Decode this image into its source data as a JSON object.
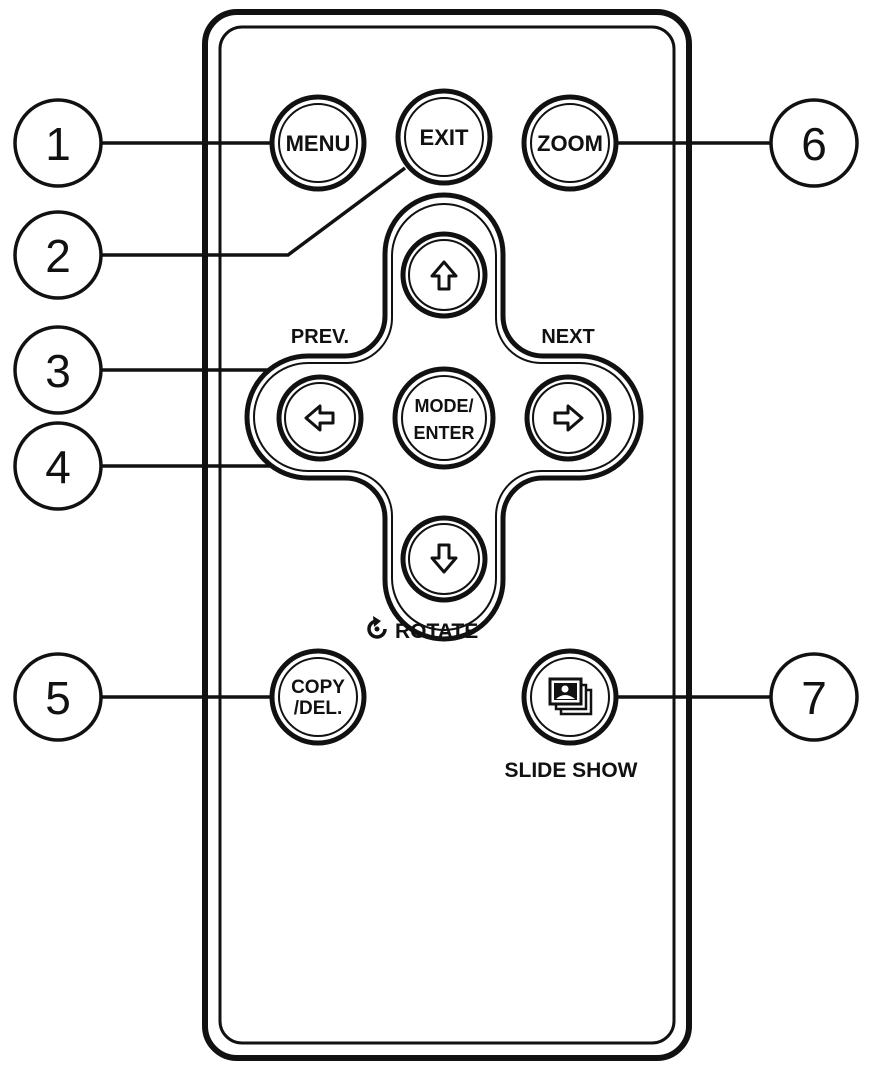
{
  "remote": {
    "buttons": {
      "menu": "MENU",
      "exit": "EXIT",
      "zoom": "ZOOM",
      "mode_enter_line1": "MODE/",
      "mode_enter_line2": "ENTER",
      "copy_del_line1": "COPY",
      "copy_del_line2": "/DEL."
    },
    "labels": {
      "prev": "PREV.",
      "next": "NEXT",
      "rotate": "ROTATE",
      "slide_show": "SLIDE SHOW"
    },
    "callouts": [
      "1",
      "2",
      "3",
      "4",
      "5",
      "6",
      "7"
    ]
  }
}
